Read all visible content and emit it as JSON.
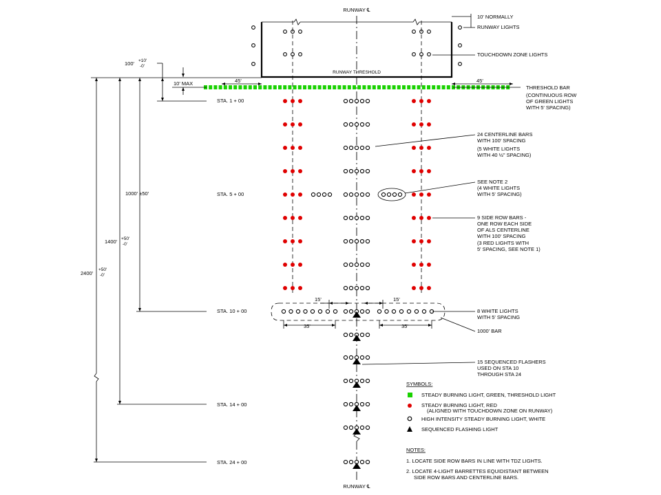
{
  "colors": {
    "green_light": "#19d200",
    "red_light": "#e00000",
    "white_light": "#ffffff",
    "line": "#000000"
  },
  "labels": {
    "runway_cl_top": "RUNWAY ℄",
    "runway_cl_bottom": "RUNWAY ℄",
    "runway_threshold": "RUNWAY THRESHOLD",
    "ten_normally": "10' NORMALLY",
    "runway_lights": "RUNWAY LIGHTS",
    "tdz_lights": "TOUCHDOWN ZONE LIGHTS",
    "threshold_bar": "THRESHOLD BAR",
    "threshold_bar_note": [
      "(CONTINUOUS ROW",
      "OF GREEN LIGHTS",
      "WITH 5' SPACING)"
    ],
    "cl_bars": [
      "24 CENTERLINE BARS",
      "WITH 100' SPACING"
    ],
    "cl_bars_note": [
      "(5 WHITE LIGHTS",
      "WITH 40 ½\" SPACING)"
    ],
    "see_note2": [
      "SEE NOTE 2",
      "(4 WHITE LIGHTS",
      "WITH 5' SPACING)"
    ],
    "side_row": [
      "9 SIDE ROW BARS -",
      "ONE ROW EACH SIDE",
      "OF ALS CENTERLINE",
      "WITH 100' SPACING"
    ],
    "side_row_note": [
      "(3 RED LIGHTS WITH",
      "5' SPACING, SEE NOTE 1)"
    ],
    "eight_white": [
      "8 WHITE LIGHTS",
      "WITH 5' SPACING"
    ],
    "thousand_bar": "1000' BAR",
    "flashers": [
      "15 SEQUENCED FLASHERS",
      "USED ON STA 10",
      "THROUGH STA 24"
    ],
    "dim_45_left": "45'",
    "dim_45_right": "45'",
    "dim_10max": "10' MAX",
    "dim_15_left": "15'",
    "dim_15_right": "15'",
    "dim_35_left": "35'",
    "dim_35_right": "35'",
    "dim_100_main": "100'",
    "dim_100_plus": "+10'",
    "dim_100_minus": "-0'",
    "dim_1000": "1000' ±50'",
    "dim_1400_main": "1400'",
    "dim_1400_plus": "+50'",
    "dim_1400_minus": "-0'",
    "dim_2400_main": "2400'",
    "dim_2400_plus": "+50'",
    "dim_2400_minus": "-0'"
  },
  "stations": {
    "sta1": "STA. 1 + 00",
    "sta5": "STA. 5 + 00",
    "sta10": "STA. 10 + 00",
    "sta14": "STA. 14 + 00",
    "sta24": "STA. 24 + 00"
  },
  "legend": {
    "title": "SYMBOLS:",
    "items": [
      {
        "symbol": "green-square",
        "text": [
          "STEADY BURNING LIGHT, GREEN, THRESHOLD LIGHT"
        ]
      },
      {
        "symbol": "red-dot",
        "text": [
          "STEADY BURNING LIGHT, RED",
          "(ALIGNED WITH TOUCHDOWN ZONE ON RUNWAY)"
        ]
      },
      {
        "symbol": "white-circle",
        "text": [
          "HIGH INTENSITY STEADY BURNING  LIGHT, WHITE"
        ]
      },
      {
        "symbol": "black-triangle",
        "text": [
          "SEQUENCED FLASHING LIGHT"
        ]
      }
    ]
  },
  "notes": {
    "title": "NOTES:",
    "items": [
      [
        "1.  LOCATE SIDE ROW BARS IN LINE WITH TDZ LIGHTS."
      ],
      [
        "2.  LOCATE 4-LIGHT BARRETTES EQUIDISTANT BETWEEN",
        "SIDE ROW BARS AND CENTERLINE BARS."
      ]
    ]
  }
}
